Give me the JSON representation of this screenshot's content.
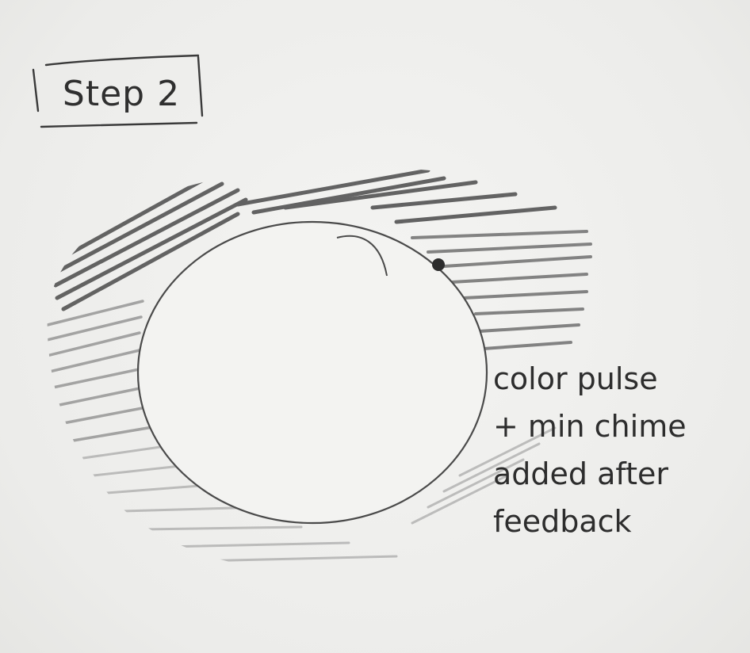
{
  "sketch": {
    "step_label": "Step 2",
    "note_lines": [
      "color pulse",
      "+ min chime",
      "added after",
      "feedback"
    ]
  }
}
